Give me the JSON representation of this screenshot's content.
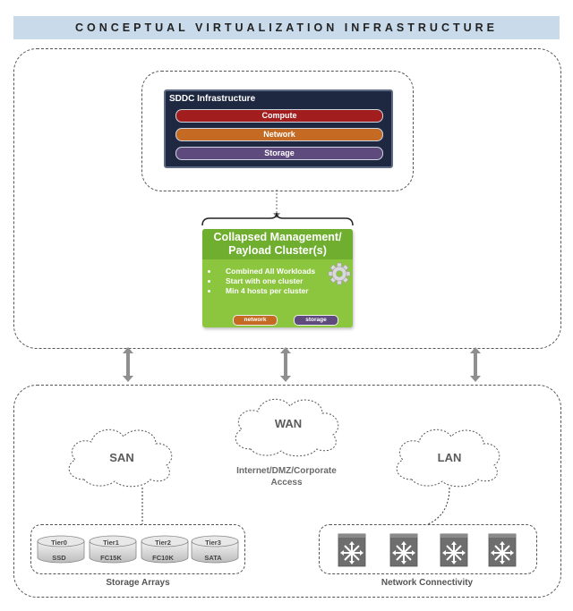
{
  "header": {
    "title": "CONCEPTUAL VIRTUALIZATION INFRASTRUCTURE"
  },
  "sddc": {
    "title": "SDDC Infrastructure",
    "bars": [
      {
        "label": "Compute",
        "color": "#a11d1e"
      },
      {
        "label": "Network",
        "color": "#c46a23"
      },
      {
        "label": "Storage",
        "color": "#5f4a7d"
      }
    ]
  },
  "cluster": {
    "title_line1": "Collapsed Management/",
    "title_line2": "Payload Cluster(s)",
    "bullets": [
      "Combined All Workloads",
      "Start with one cluster",
      "Min 4 hosts per cluster"
    ],
    "network_pill": "network",
    "storage_pill": "storage",
    "colors": {
      "header": "#6fae2e",
      "body": "#8cc63e",
      "network": "#c46a23",
      "storage": "#5f4a7d"
    }
  },
  "clouds": {
    "san": "SAN",
    "wan": "WAN",
    "lan": "LAN",
    "wan_caption_line1": "Internet/DMZ/Corporate",
    "wan_caption_line2": "Access"
  },
  "storage": {
    "label": "Storage Arrays",
    "tiers": [
      {
        "tier": "Tier0",
        "type": "SSD"
      },
      {
        "tier": "Tier1",
        "type": "FC15K"
      },
      {
        "tier": "Tier2",
        "type": "FC10K"
      },
      {
        "tier": "Tier3",
        "type": "SATA"
      }
    ]
  },
  "network": {
    "label": "Network Connectivity",
    "switch_count": 4,
    "icon": "network-switch-icon"
  }
}
